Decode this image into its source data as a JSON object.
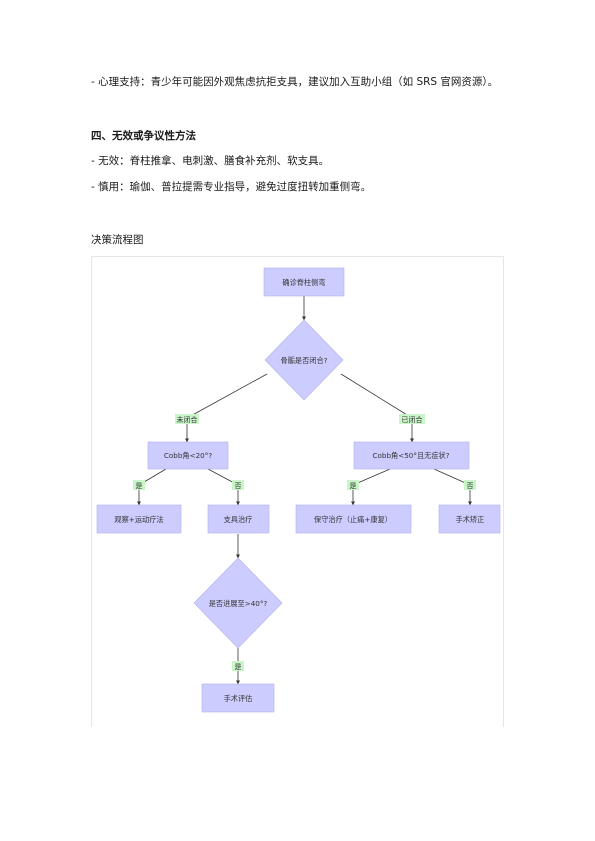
{
  "text": {
    "line1": "-  心理支持：青少年可能因外观焦虑抗拒支具，建议加入互助小组（如 SRS 官网资源）。",
    "heading4": "四、无效或争议性方法",
    "line_ineffective": "-  无效：脊柱推拿、电刺激、膳食补充剂、软支具。",
    "line_caution": "-  慎用：瑜伽、普拉提需专业指导，避免过度扭转加重侧弯。",
    "flow_title": "决策流程图"
  },
  "flowchart": {
    "colors": {
      "node_fill": "#ccccff",
      "node_stroke": "#b0b0ee",
      "edge": "#333333",
      "label_bg": "#c9f5c9"
    },
    "nodes": {
      "diagnose": "确诊脊柱侧弯",
      "bone_closed": "骨骺是否闭合?",
      "cobb20": "Cobb角<20°?",
      "cobb50": "Cobb角<50°且无症状?",
      "observe": "观察+运动疗法",
      "brace": "支具治疗",
      "conservative": "保守治疗（止痛+康复）",
      "surgery_fix": "手术矫正",
      "progress40": "是否进展至>40°?",
      "surgery_eval": "手术评估"
    },
    "edges": {
      "not_closed": "未闭合",
      "closed": "已闭合",
      "yes1": "是",
      "no1": "否",
      "yes2": "是",
      "no2": "否",
      "yes3": "是"
    }
  }
}
